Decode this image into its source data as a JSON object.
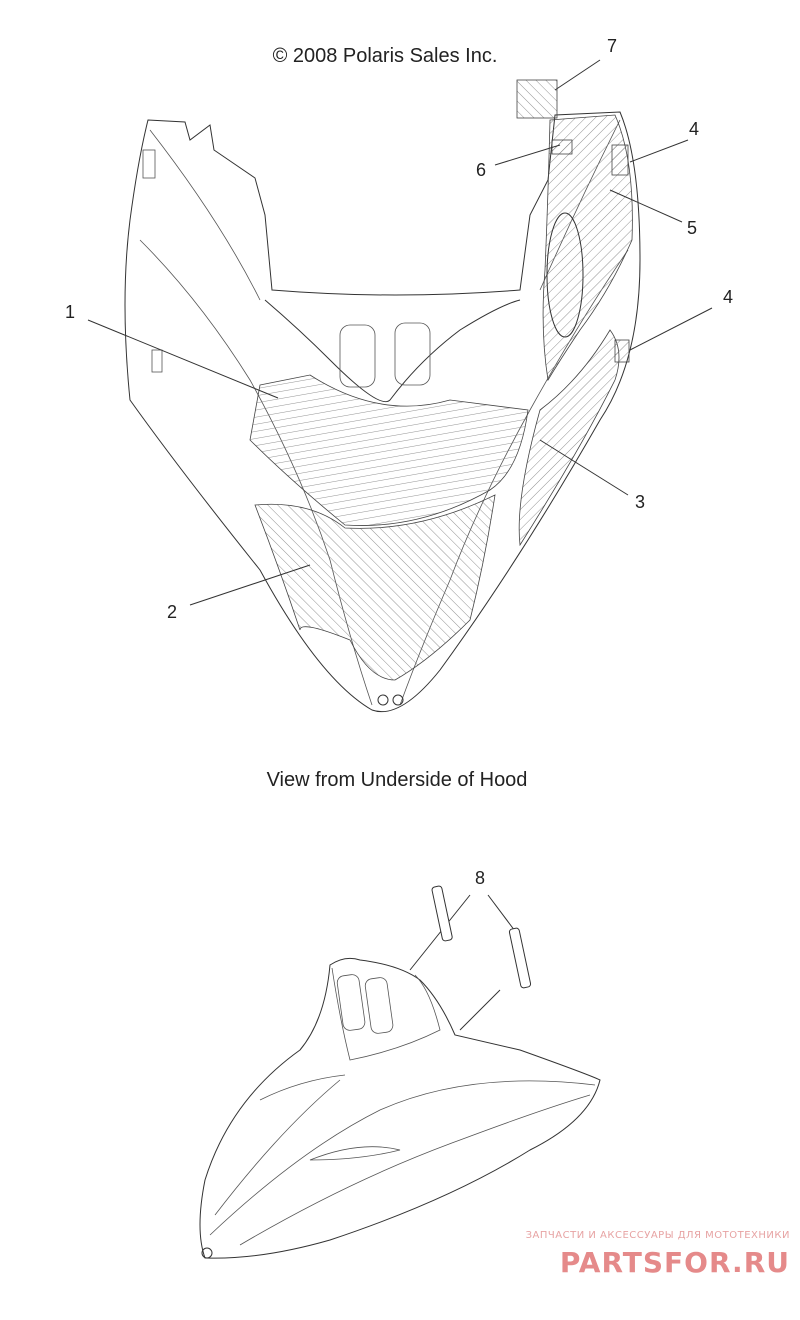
{
  "copyright": "© 2008 Polaris Sales Inc.",
  "caption": "View from Underside of Hood",
  "callouts": [
    "1",
    "2",
    "3",
    "4",
    "4",
    "5",
    "6",
    "7",
    "8"
  ],
  "watermark": {
    "tagline": "ЗАПЧАСТИ И АКСЕССУАРЫ ДЛЯ МОТОТЕХНИКИ",
    "brand": "PARTSFOR.RU",
    "color": "#e58a8a"
  }
}
